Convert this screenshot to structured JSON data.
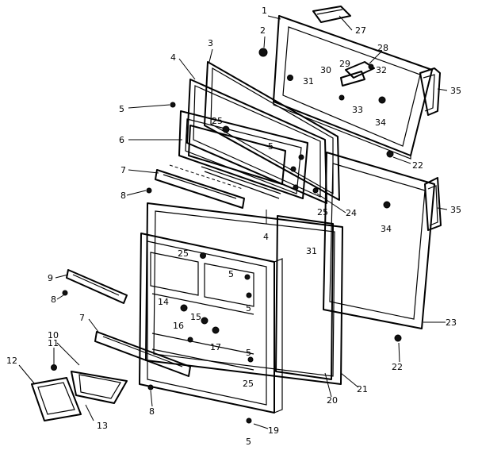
{
  "callouts": [
    {
      "id": "1",
      "text": "1"
    },
    {
      "id": "2",
      "text": "2"
    },
    {
      "id": "3",
      "text": "3"
    },
    {
      "id": "4a",
      "text": "4"
    },
    {
      "id": "4b",
      "text": "4"
    },
    {
      "id": "5a",
      "text": "5"
    },
    {
      "id": "5b",
      "text": "5"
    },
    {
      "id": "5c",
      "text": "5"
    },
    {
      "id": "5d",
      "text": "5"
    },
    {
      "id": "5e",
      "text": "5"
    },
    {
      "id": "5f",
      "text": "5"
    },
    {
      "id": "6",
      "text": "6"
    },
    {
      "id": "7a",
      "text": "7"
    },
    {
      "id": "7b",
      "text": "7"
    },
    {
      "id": "8a",
      "text": "8"
    },
    {
      "id": "8b",
      "text": "8"
    },
    {
      "id": "8c",
      "text": "8"
    },
    {
      "id": "9",
      "text": "9"
    },
    {
      "id": "10",
      "text": "10"
    },
    {
      "id": "11",
      "text": "11"
    },
    {
      "id": "12",
      "text": "12"
    },
    {
      "id": "13",
      "text": "13"
    },
    {
      "id": "14",
      "text": "14"
    },
    {
      "id": "15",
      "text": "15"
    },
    {
      "id": "16",
      "text": "16"
    },
    {
      "id": "17",
      "text": "17"
    },
    {
      "id": "19",
      "text": "19"
    },
    {
      "id": "20",
      "text": "20"
    },
    {
      "id": "21",
      "text": "21"
    },
    {
      "id": "22a",
      "text": "22"
    },
    {
      "id": "22b",
      "text": "22"
    },
    {
      "id": "23",
      "text": "23"
    },
    {
      "id": "24",
      "text": "24"
    },
    {
      "id": "25a",
      "text": "25"
    },
    {
      "id": "25b",
      "text": "25"
    },
    {
      "id": "25c",
      "text": "25"
    },
    {
      "id": "25d",
      "text": "25"
    },
    {
      "id": "27",
      "text": "27"
    },
    {
      "id": "28",
      "text": "28"
    },
    {
      "id": "29",
      "text": "29"
    },
    {
      "id": "30",
      "text": "30"
    },
    {
      "id": "31a",
      "text": "31"
    },
    {
      "id": "31b",
      "text": "31"
    },
    {
      "id": "32",
      "text": "32"
    },
    {
      "id": "33",
      "text": "33"
    },
    {
      "id": "34a",
      "text": "34"
    },
    {
      "id": "34b",
      "text": "34"
    },
    {
      "id": "35a",
      "text": "35"
    },
    {
      "id": "35b",
      "text": "35"
    }
  ]
}
